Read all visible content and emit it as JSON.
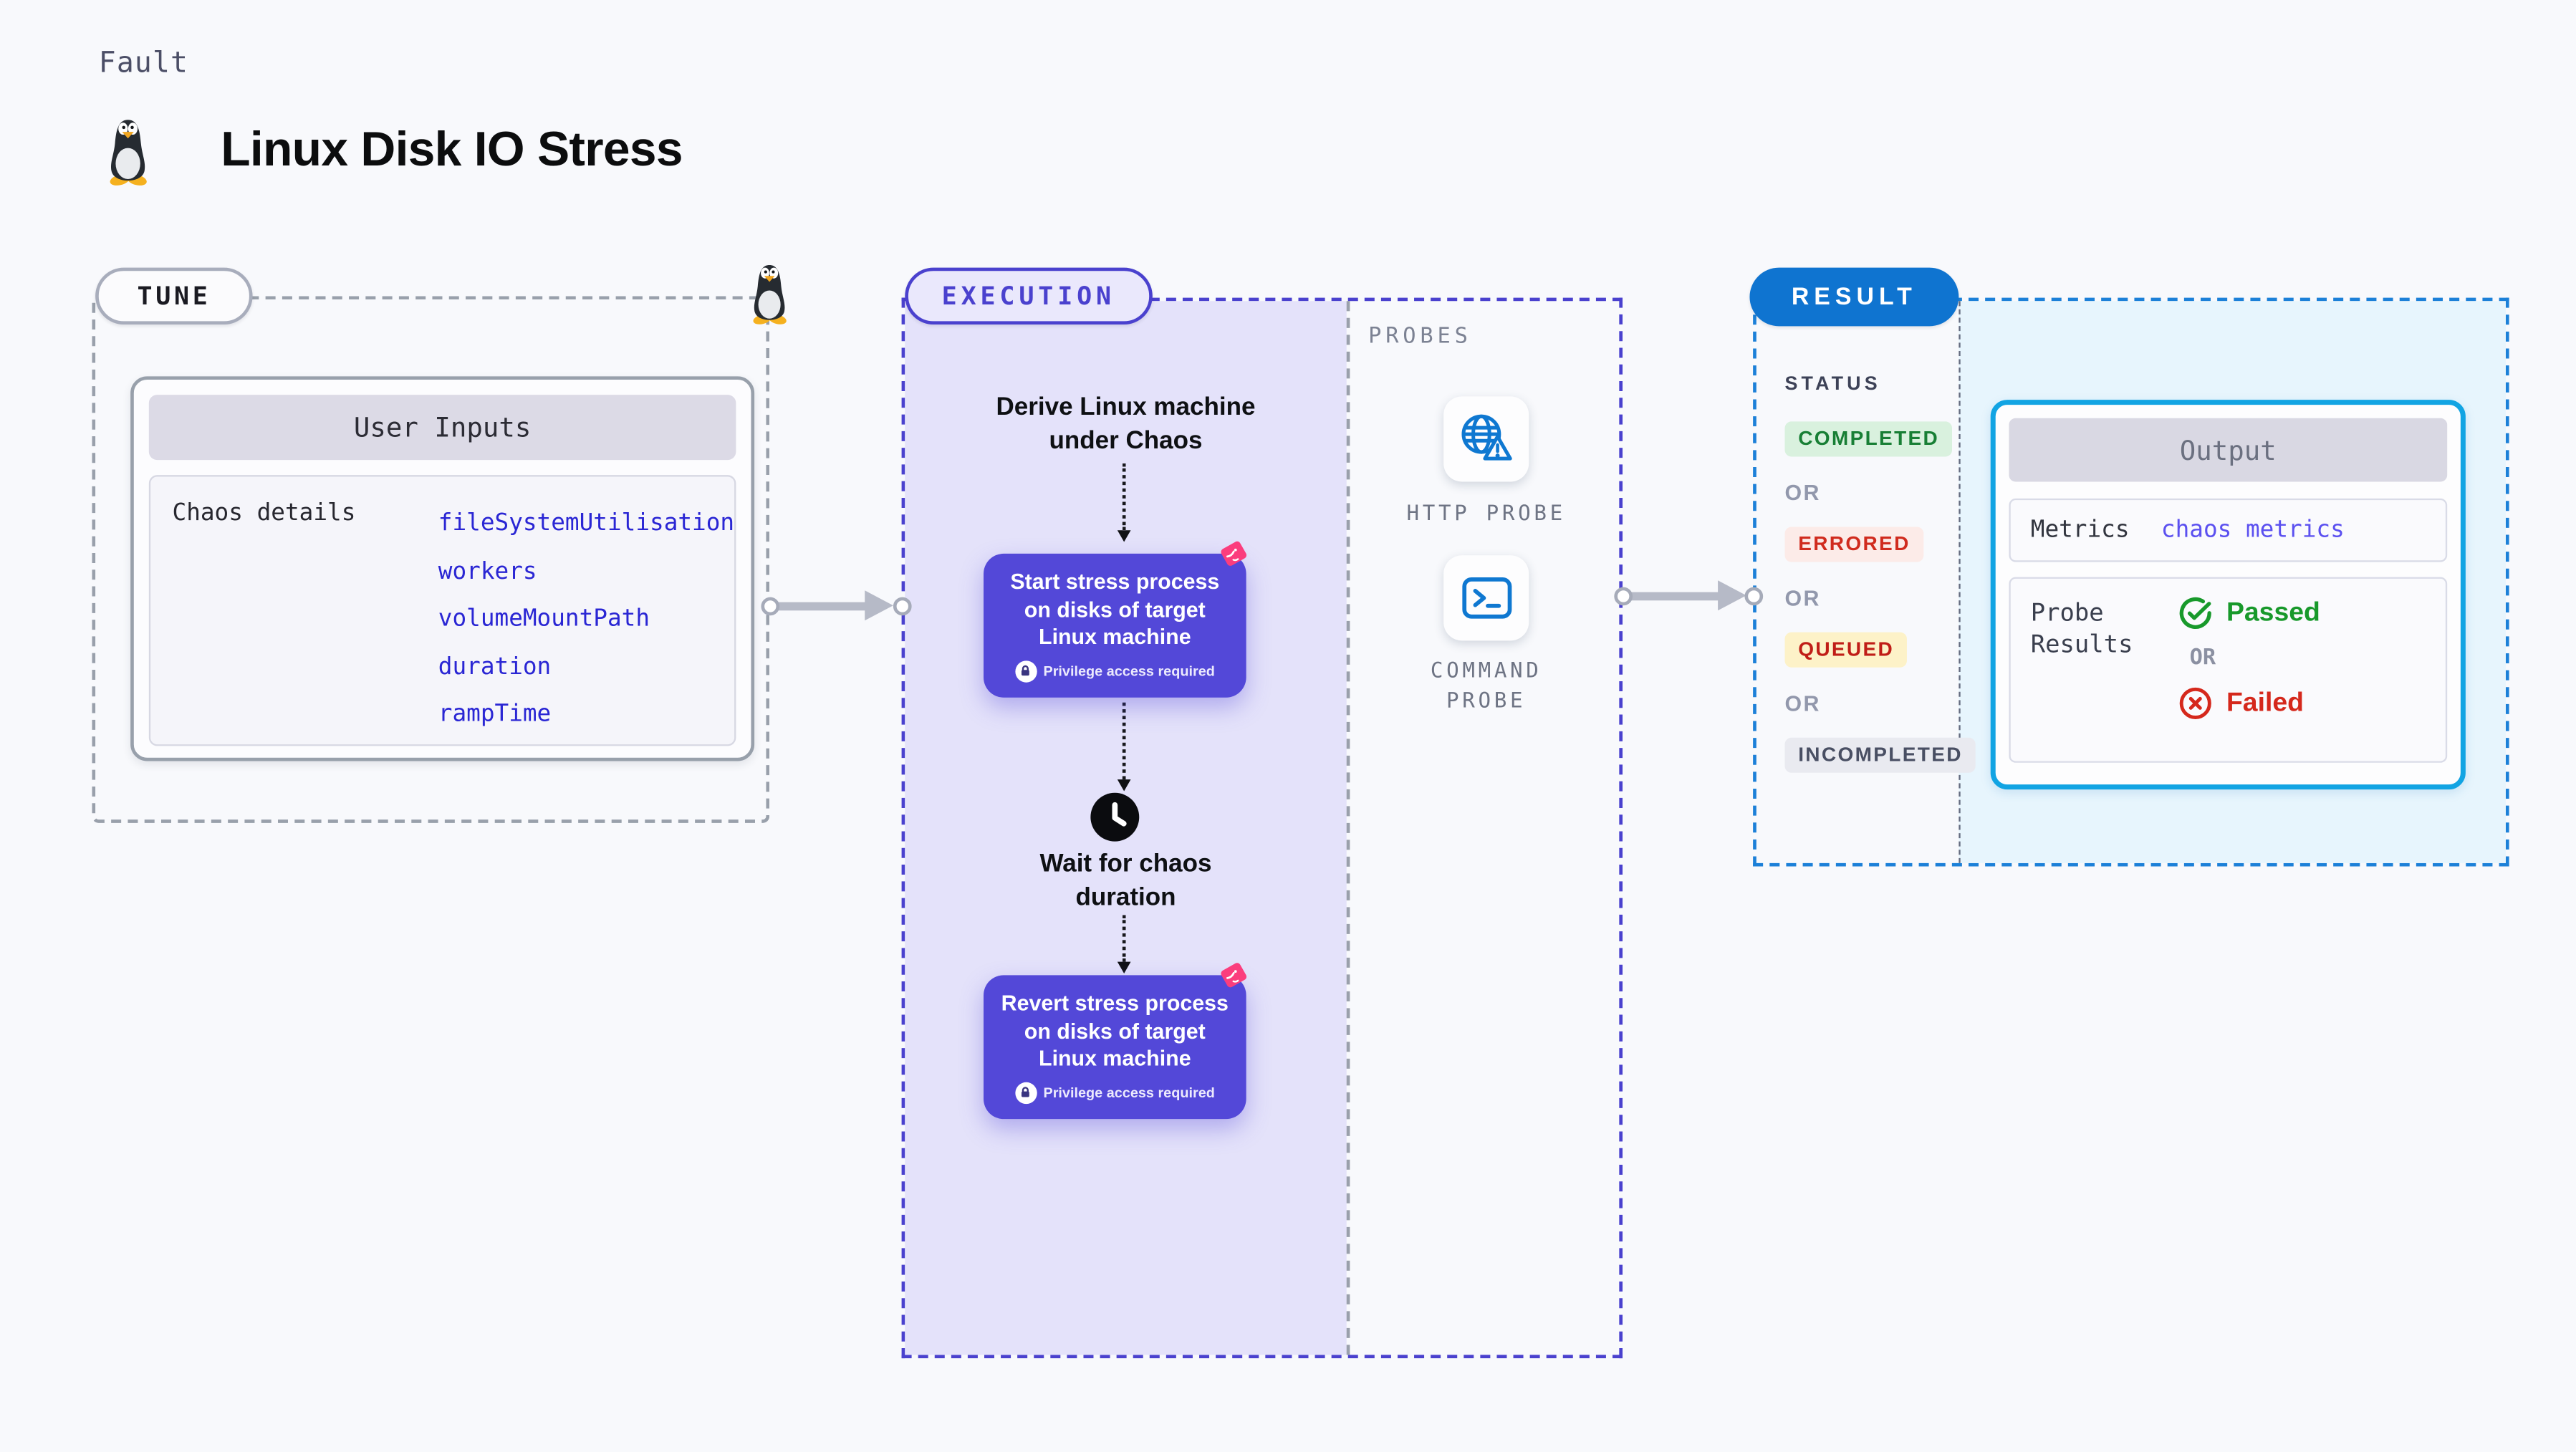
{
  "header": {
    "kicker": "Fault",
    "title": "Linux Disk IO Stress"
  },
  "labels": {
    "or": "OR"
  },
  "tune": {
    "pill": "TUNE",
    "card_title": "User Inputs",
    "row_label": "Chaos details",
    "params": [
      "fileSystemUtilisation",
      "workers",
      "volumeMountPath",
      "duration",
      "rampTime"
    ]
  },
  "execution": {
    "pill": "EXECUTION",
    "derive_step": "Derive Linux machine under Chaos",
    "start_step": "Start stress process on disks of target Linux machine",
    "wait_step": "Wait for chaos duration",
    "revert_step": "Revert stress process on disks of target Linux machine",
    "privilege_note": "Privilege access required",
    "probes_label": "PROBES",
    "probes": [
      {
        "label": "HTTP PROBE",
        "icon": "globe-warning-icon"
      },
      {
        "label": "COMMAND PROBE",
        "icon": "terminal-icon"
      }
    ]
  },
  "result": {
    "pill": "RESULT",
    "status_label": "STATUS",
    "statuses": [
      {
        "label": "COMPLETED",
        "kind": "completed",
        "bg": "#d9f1de",
        "color": "#187f35"
      },
      {
        "label": "ERRORED",
        "kind": "errored",
        "bg": "#fcebe8",
        "color": "#d02b1e"
      },
      {
        "label": "QUEUED",
        "kind": "queued",
        "bg": "#fdf2c8",
        "color": "#c01d17"
      },
      {
        "label": "INCOMPLETED",
        "kind": "incompleted",
        "bg": "#e9eaf0",
        "color": "#494f63"
      }
    ],
    "output": {
      "title": "Output",
      "metrics_label": "Metrics",
      "metrics_value": "chaos metrics",
      "probe_results_label": "Probe Results",
      "passed": "Passed",
      "failed": "Failed"
    }
  },
  "colors": {
    "page_bg": "#f8f9fc",
    "accent_indigo": "#5348d8",
    "lavender_bg": "#e4e2fa",
    "accent_blue": "#0f74d0",
    "accent_cyan": "#12a4e3",
    "light_blue_bg": "#e7f5fd",
    "passed_green": "#18992b",
    "failed_red": "#d5281c",
    "chaos_pink": "#fb3d7d",
    "probe_icon_blue": "#0f78d1"
  }
}
